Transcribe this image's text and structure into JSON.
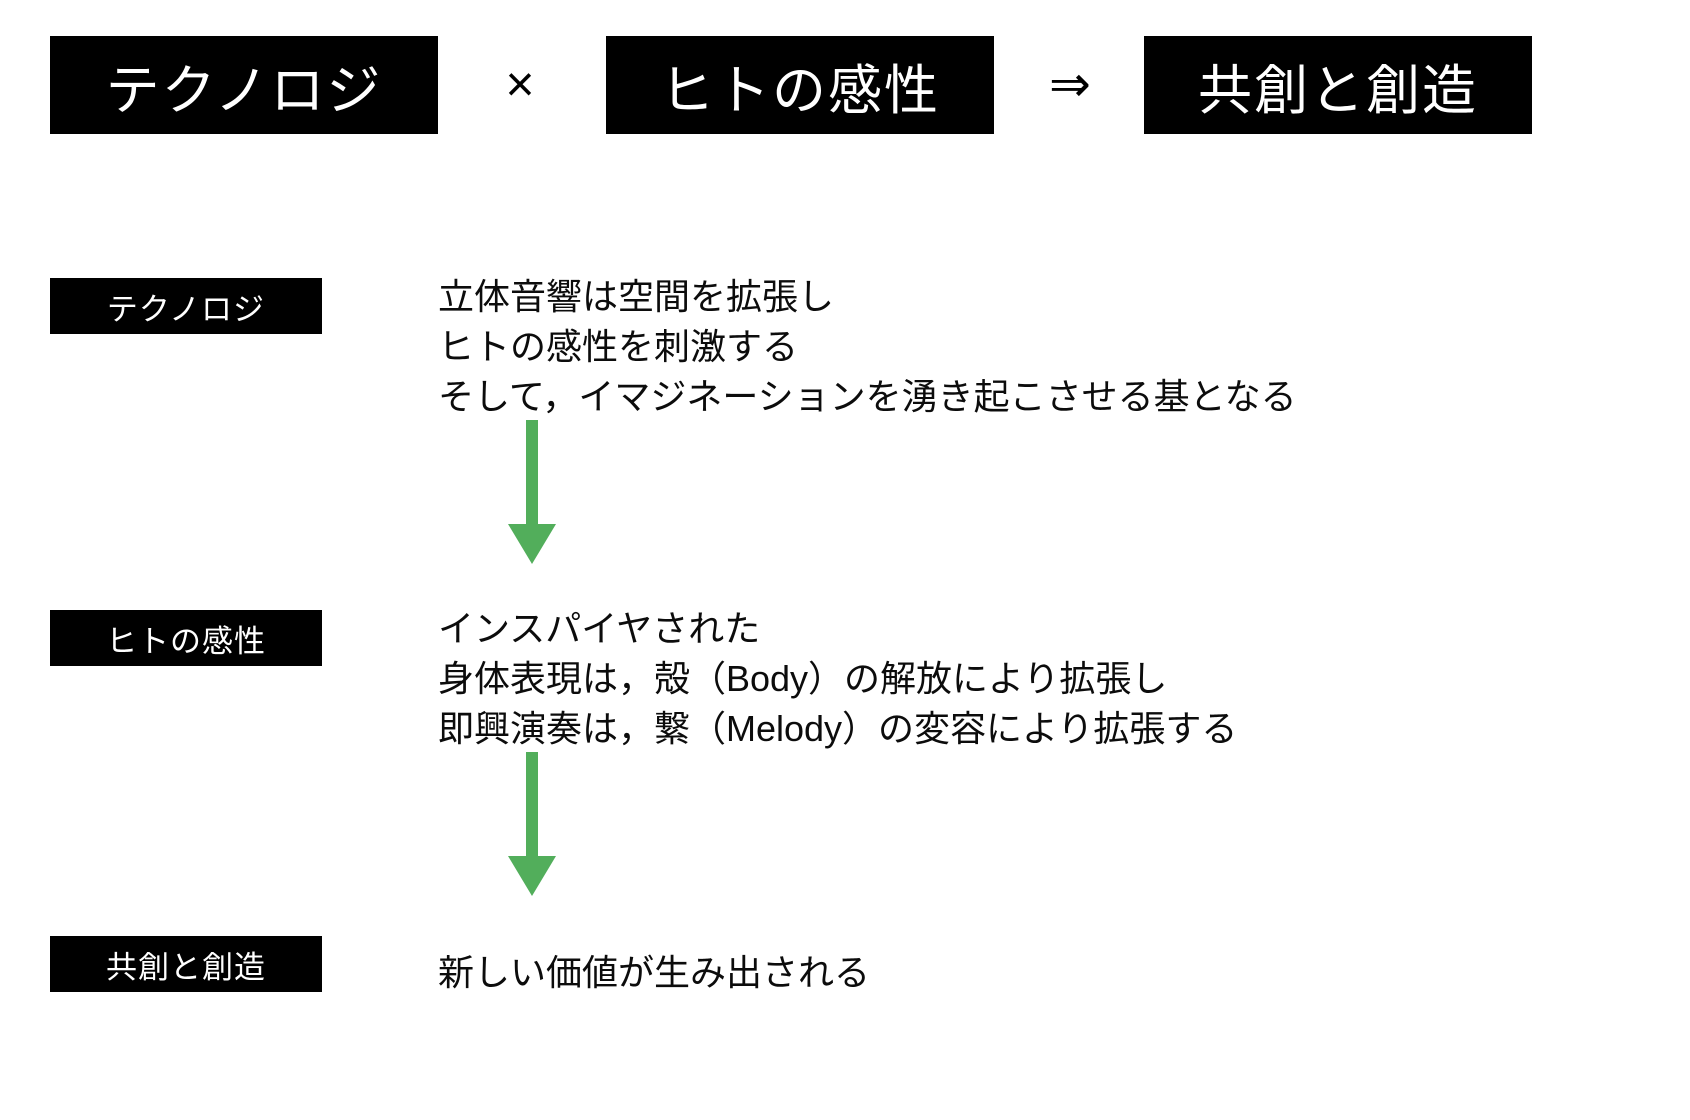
{
  "formula": {
    "term_1": "テクノロジ",
    "operator_1": "×",
    "term_2": "ヒトの感性",
    "operator_2": "⇒",
    "term_3": "共創と創造"
  },
  "colors": {
    "chip_background": "#000000",
    "chip_text": "#ffffff",
    "body_text": "#0c0c0c",
    "arrow_green": "#52AE5B",
    "page_background": "#ffffff"
  },
  "rows": [
    {
      "label": "テクノロジ",
      "lines": [
        "立体音響は空間を拡張し",
        "ヒトの感性を刺激する",
        "そして，イマジネーションを湧き起こさせる基となる"
      ]
    },
    {
      "label": "ヒトの感性",
      "lines": [
        "インスパイヤされた",
        "身体表現は，殻（Body）の解放により拡張し",
        "即興演奏は，繋（Melody）の変容により拡張する"
      ]
    },
    {
      "label": "共創と創造",
      "lines": [
        "新しい価値が生み出される"
      ]
    }
  ],
  "arrows": [
    {
      "direction": "down",
      "color": "#52AE5B"
    },
    {
      "direction": "down",
      "color": "#52AE5B"
    }
  ]
}
